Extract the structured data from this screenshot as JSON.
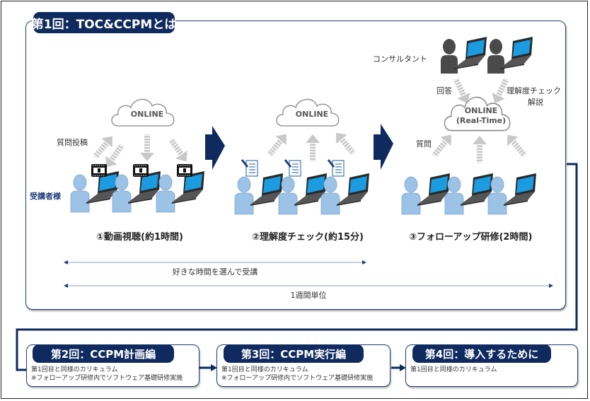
{
  "session1": {
    "title": "第1回：TOC&CCPMとは",
    "learners_label": "受講者様",
    "steps": [
      {
        "label": "①動画視聴(約1時間)",
        "cloud_text": "ONLINE",
        "arrow_label": "質問投稿",
        "icon": "video-film-icon"
      },
      {
        "label": "②理解度チェック(約15分)",
        "cloud_text": "ONLINE",
        "icon": "checklist-document-icon"
      },
      {
        "label": "③フォローアップ研修(2時間)",
        "cloud_text_line1": "ONLINE",
        "cloud_text_line2": "(Real-Time)",
        "consultant_label": "コンサルタント",
        "answer_label": "回答",
        "explanation_label_line1": "理解度チェック",
        "explanation_label_line2": "解説",
        "question_label": "質問"
      }
    ],
    "span_short_label": "好きな時間を選んで受講",
    "span_long_label": "1週間単位"
  },
  "sessions": [
    {
      "title": "第2回：CCPM計画編",
      "line1": "第1回目と同様のカリキュラム",
      "line2": "※フォローアップ研修内でソフトウェア基礎研修実施"
    },
    {
      "title": "第3回：CCPM実行編",
      "line1": "第1回目と同様のカリキュラム",
      "line2": "※フォローアップ研修内でソフトウェア基礎研修実施"
    },
    {
      "title": "第4回：導入するために",
      "line1": "第1回目と同様のカリキュラム",
      "line2": ""
    }
  ],
  "colors": {
    "navy": "#0f2a5e",
    "person_blue": "#9cc3e6",
    "person_dark": "#4a4a4a",
    "arrow_gray": "#c8c8c8",
    "screen_blue": "#1b9be0"
  }
}
